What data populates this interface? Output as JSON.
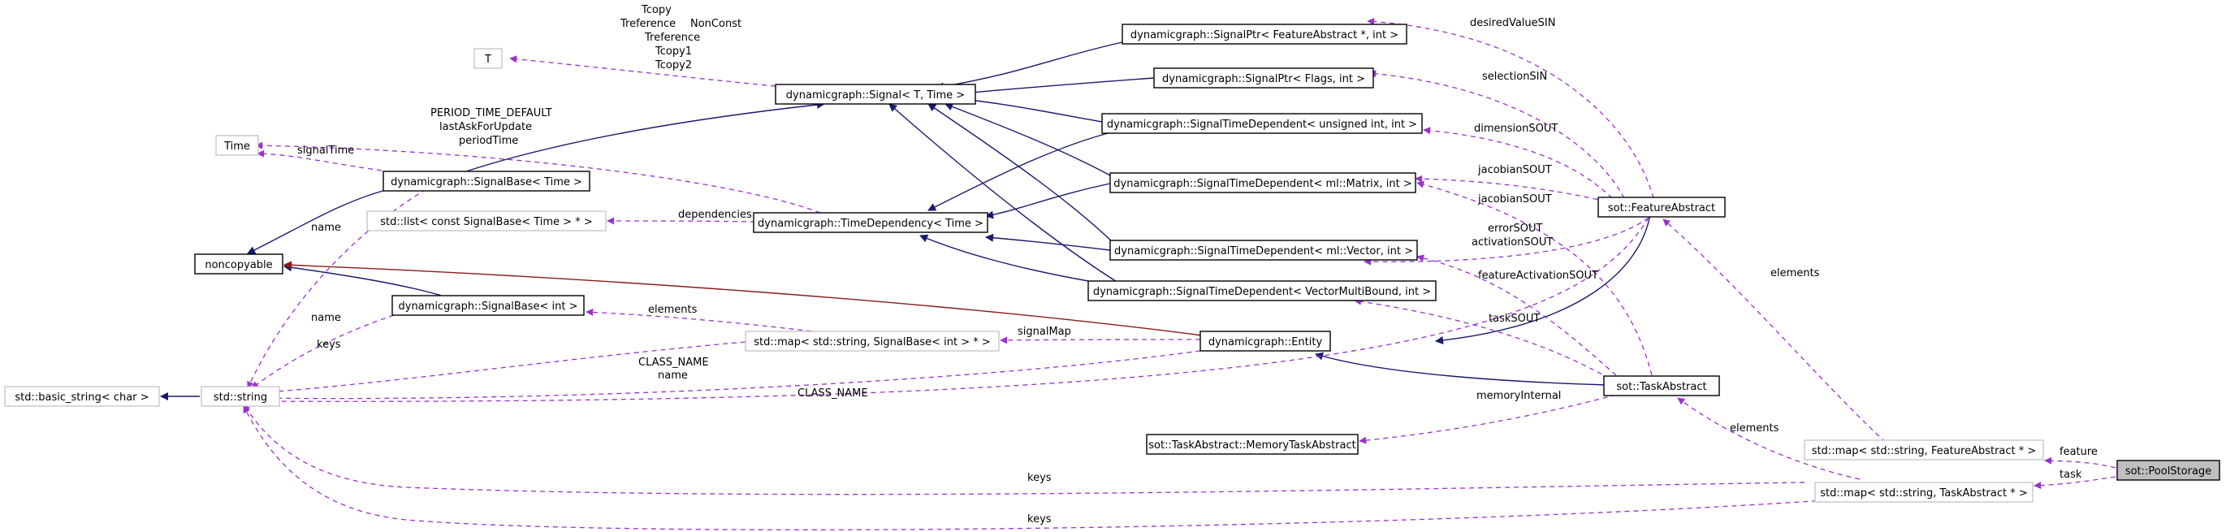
{
  "colors": {
    "inheritance": "#191970",
    "usage": "#9a32cd",
    "private_inheritance": "#8b1a1a",
    "highlight_fill": "#bfbfbf"
  },
  "nodes": {
    "pool_storage": "sot::PoolStorage",
    "map_feature": "std::map< std::string, FeatureAbstract * >",
    "map_task": "std::map< std::string, TaskAbstract * >",
    "feature_abstract": "sot::FeatureAbstract",
    "task_abstract": "sot::TaskAbstract",
    "memory_task": "sot::TaskAbstract::MemoryTaskAbstract",
    "entity": "dynamicgraph::Entity",
    "map_signal": "std::map< std::string, SignalBase< int > * >",
    "std_string": "std::string",
    "basic_string": "std::basic_string< char >",
    "noncopyable": "noncopyable",
    "signalbase_int": "dynamicgraph::SignalBase< int >",
    "signalbase_time": "dynamicgraph::SignalBase< Time >",
    "time": "Time",
    "t": "T",
    "signal_t_time": "dynamicgraph::Signal< T, Time >",
    "list_signalbase": "std::list< const SignalBase< Time > * >",
    "time_dependency": "dynamicgraph::TimeDependency< Time >",
    "sigptr_feature": "dynamicgraph::SignalPtr< FeatureAbstract *, int >",
    "sigptr_flags": "dynamicgraph::SignalPtr< Flags, int >",
    "std_unsigned": "dynamicgraph::SignalTimeDependent< unsigned int, int >",
    "std_matrix": "dynamicgraph::SignalTimeDependent< ml::Matrix, int >",
    "std_vector": "dynamicgraph::SignalTimeDependent< ml::Vector, int >",
    "std_vmb": "dynamicgraph::SignalTimeDependent< VectorMultiBound, int >"
  },
  "edge_labels": {
    "feature": "feature",
    "task": "task",
    "elements_feature": "elements",
    "elements_task": "elements",
    "keys_feature": "keys",
    "keys_task": "keys",
    "keys_signal": "keys",
    "elements_signal": "elements",
    "desiredValueSIN": "desiredValueSIN",
    "selectionSIN": "selectionSIN",
    "dimensionSOUT": "dimensionSOUT",
    "jacobianSOUT_feature": "jacobianSOUT",
    "jacobianSOUT_task": "jacobianSOUT",
    "errorSOUT": "errorSOUT",
    "activationSOUT": "activationSOUT",
    "featureActivationSOUT": "featureActivationSOUT",
    "taskSOUT": "taskSOUT",
    "memoryInternal": "memoryInternal",
    "signalMap": "signalMap",
    "class_name_entity_1": "CLASS_NAME",
    "class_name_entity_2": "name",
    "class_name_feature": "CLASS_NAME",
    "name_signalbase_time": "name",
    "name_signalbase_int": "name",
    "dependencies": "dependencies",
    "signalTime": "signalTime",
    "time_vars": [
      "PERIOD_TIME_DEFAULT",
      "lastAskForUpdate",
      "periodTime"
    ],
    "t_vars": [
      "Tcopy",
      "Treference",
      "NonConst",
      "Treference",
      "Tcopy1",
      "Tcopy2"
    ]
  }
}
